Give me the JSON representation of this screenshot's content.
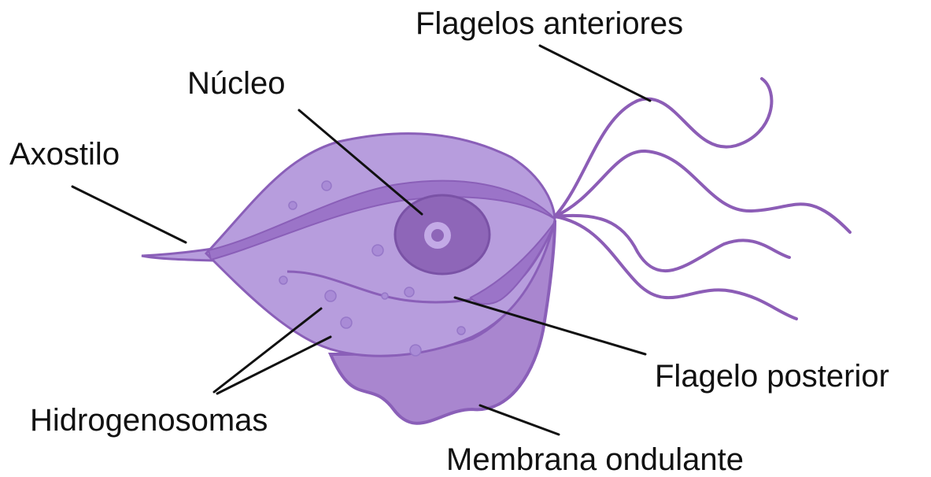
{
  "labels": {
    "flagelos_anteriores": "Flagelos anteriores",
    "nucleo": "Núcleo",
    "axostilo": "Axostilo",
    "flagelo_posterior": "Flagelo posterior",
    "hidrogenosomas": "Hidrogenosomas",
    "membrana_ondulante": "Membrana ondulante"
  },
  "colors": {
    "cell_body": "#b79ddd",
    "cell_outline": "#8a5fb8",
    "membrane": "#a986cf",
    "nucleus": "#8e66b8",
    "nucleolus": "#c3aae6",
    "flagella": "#8c5db6",
    "leader_line": "#111111"
  }
}
